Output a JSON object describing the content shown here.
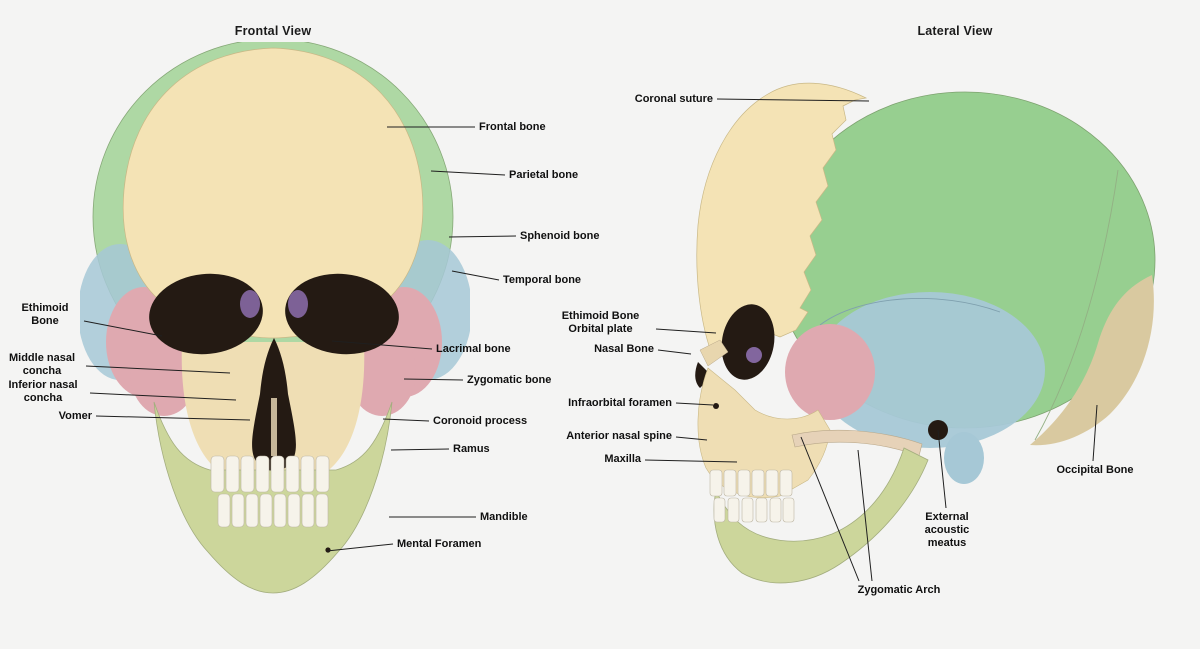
{
  "page": {
    "background": "#f4f4f3"
  },
  "frontal": {
    "title": "Frontal View",
    "labels": [
      "Frontal bone",
      "Parietal bone",
      "Sphenoid bone",
      "Temporal bone",
      "Lacrimal bone",
      "Zygomatic bone",
      "Coronoid process",
      "Ramus",
      "Mandible",
      "Mental Foramen",
      "Ethimoid\nBone",
      "Middle nasal\nconcha",
      "Inferior nasal\nconcha",
      "Vomer"
    ]
  },
  "lateral": {
    "title": "Lateral View",
    "labels": [
      "Coronal suture",
      "Ethimoid Bone\nOrbital plate",
      "Nasal Bone",
      "Infraorbital foramen",
      "Anterior nasal spine",
      "Maxilla",
      "External\nacoustic\nmeatus",
      "Occipital Bone",
      "Zygomatic Arch"
    ]
  },
  "colors": {
    "frontal_bone_cream": "#f4e3b5",
    "frontal_view_green": "#aed8a4",
    "parietal_green": "#97cf90",
    "temporal_blue": "#a6c8d6",
    "sphenoid_zygomatic_pink": "#dfa9b0",
    "lacrimal_purple": "#8d6fae",
    "maxilla_cream": "#efdeb4",
    "mandible_yellow_green": "#ccd69b",
    "occipital_tan": "#d9c9a0",
    "cavity_dark": "#241a13",
    "teeth_white": "#f6f3ea",
    "leader_line": "#1f1f1f"
  }
}
